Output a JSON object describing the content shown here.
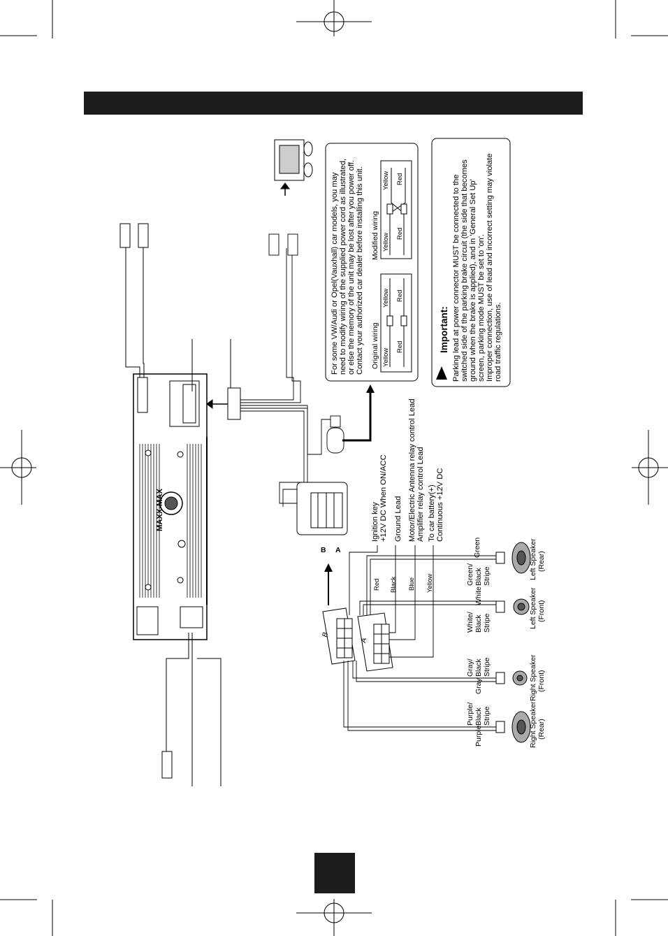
{
  "note": {
    "lines": [
      "For some VW/Audi or Opel(Vauxhall) car models, you may",
      "need to modify wiring of the supplied power cord as illustrated,",
      "or else the memory of the unit may be lost after you power off.",
      "Contact your authorized car dealer before installing this unit."
    ],
    "original_wiring": "Original wiring",
    "modified_wiring": "Modified wiring",
    "yellow": "Yellow",
    "red": "Red"
  },
  "important": {
    "title": "Important:",
    "lines": [
      "Parking lead at power connector MUST be connected  to the",
      "switched side of the parking brake circuit (the  side that becomes",
      "ground when the brake is applied), and in 'General Set Up'",
      "screen, parking mode MUST  be set to 'on'.",
      "Improper connection, use of lead and incorrect setting  may violate",
      "road traffic regulations."
    ]
  },
  "leads": {
    "ignition_1": "Ignition key",
    "ignition_2": "+12V DC When ON/ACC",
    "ground": "Ground Lead",
    "antenna": "Motor/Electric Antenna relay control Lead",
    "amplifier": "Amplifier relay control Lead",
    "battery_1": "To car battery(+)",
    "battery_2": "Continuous +12V DC"
  },
  "wire_colors": {
    "red": "Red",
    "black": "Black",
    "blue": "Blue",
    "yellow": "Yellow"
  },
  "connectors": {
    "a": "A",
    "b": "B"
  },
  "brand": "MAXX-MAX",
  "speakers": [
    {
      "name_1": "Left Speaker",
      "name_2": "(Rear)",
      "pos_wire": "Green",
      "neg_wire": [
        "Green/",
        "Black",
        "Stripe"
      ]
    },
    {
      "name_1": "Left Speaker",
      "name_2": "(Front)",
      "pos_wire": "White",
      "neg_wire": [
        "White/",
        "Black",
        "Stripe"
      ]
    },
    {
      "name_1": "Right Speaker",
      "name_2": "(Front)",
      "pos_wire": "Gray",
      "neg_wire": [
        "Gray/",
        "Black",
        "Stripe"
      ]
    },
    {
      "name_1": "Right Speaker",
      "name_2": "(Rear)",
      "pos_wire": "Purple",
      "neg_wire": [
        "Purple/",
        "Black",
        "Stripe"
      ]
    }
  ]
}
